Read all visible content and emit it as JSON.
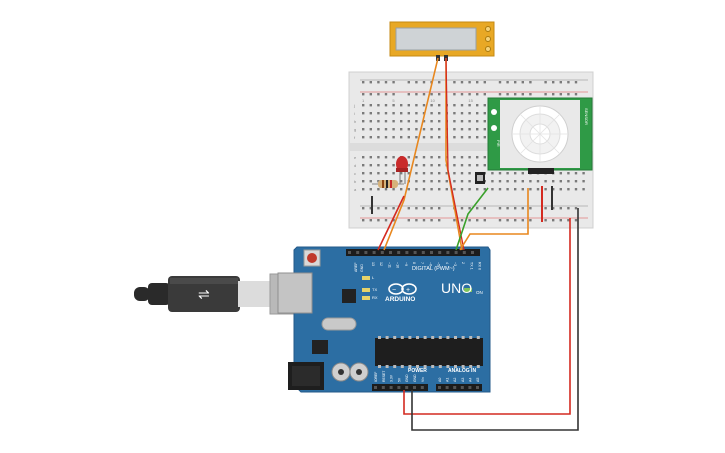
{
  "arduino": {
    "model": "UNO",
    "brand": "ARDUINO",
    "digital_label": "DIGITAL (PWM~)",
    "power_label": "POWER",
    "analog_label": "ANALOG IN",
    "on_label": "ON",
    "tx_label": "TX",
    "rx_label": "RX",
    "l_label": "L",
    "aref_label": "AREF",
    "gnd_label": "GND",
    "digital_pins": [
      "13",
      "12",
      "~11",
      "~10",
      "~9",
      "8",
      "7",
      "~6",
      "~5",
      "4",
      "~3",
      "2",
      "TX 1",
      "RX 0"
    ],
    "power_pins": [
      "IOREF",
      "RESET",
      "3.3V",
      "5V",
      "GND",
      "GND",
      "Vin"
    ],
    "analog_pins": [
      "A0",
      "A1",
      "A2",
      "A3",
      "A4",
      "A5"
    ],
    "board_color": "#2c6ea3"
  },
  "breadboard": {
    "row_letters": [
      "j",
      "i",
      "h",
      "g",
      "f",
      "e",
      "d",
      "c",
      "b",
      "a"
    ],
    "column_numbers": [
      "1",
      "5",
      "10",
      "15",
      "20",
      "25",
      "30"
    ]
  },
  "pir_sensor": {
    "board_color": "#2f9a46",
    "left_text": "PIR",
    "right_text": "SENSOR"
  },
  "display": {
    "frame_color": "#e8a825",
    "screen_color": "#cfd3d6"
  },
  "wires": {
    "red": "#d42a20",
    "black": "#333333",
    "orange": "#e8871e",
    "green": "#3aa12b"
  }
}
